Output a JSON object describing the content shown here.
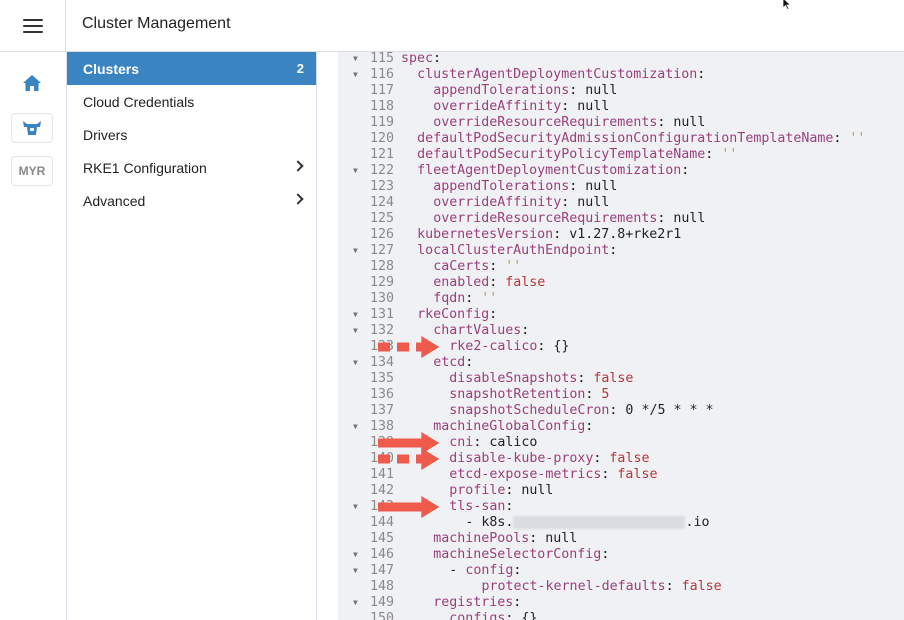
{
  "header": {
    "title": "Cluster Management"
  },
  "rail": {
    "myr_label": "MYR"
  },
  "sidebar": {
    "items": [
      {
        "label": "Clusters",
        "count": "2"
      },
      {
        "label": "Cloud Credentials"
      },
      {
        "label": "Drivers"
      },
      {
        "label": "RKE1 Configuration"
      },
      {
        "label": "Advanced"
      }
    ]
  },
  "editor": {
    "lines": [
      {
        "n": "115",
        "indent": 0,
        "key": "spec",
        "fold": true
      },
      {
        "n": "116",
        "indent": 1,
        "key": "clusterAgentDeploymentCustomization",
        "fold": true
      },
      {
        "n": "117",
        "indent": 2,
        "key": "appendTolerations",
        "val": "null"
      },
      {
        "n": "118",
        "indent": 2,
        "key": "overrideAffinity",
        "val": "null"
      },
      {
        "n": "119",
        "indent": 2,
        "key": "overrideResourceRequirements",
        "val": "null"
      },
      {
        "n": "120",
        "indent": 1,
        "key": "defaultPodSecurityAdmissionConfigurationTemplateName",
        "str": "''"
      },
      {
        "n": "121",
        "indent": 1,
        "key": "defaultPodSecurityPolicyTemplateName",
        "str": "''"
      },
      {
        "n": "122",
        "indent": 1,
        "key": "fleetAgentDeploymentCustomization",
        "fold": true
      },
      {
        "n": "123",
        "indent": 2,
        "key": "appendTolerations",
        "val": "null"
      },
      {
        "n": "124",
        "indent": 2,
        "key": "overrideAffinity",
        "val": "null"
      },
      {
        "n": "125",
        "indent": 2,
        "key": "overrideResourceRequirements",
        "val": "null"
      },
      {
        "n": "126",
        "indent": 1,
        "key": "kubernetesVersion",
        "val": "v1.27.8+rke2r1"
      },
      {
        "n": "127",
        "indent": 1,
        "key": "localClusterAuthEndpoint",
        "fold": true
      },
      {
        "n": "128",
        "indent": 2,
        "key": "caCerts",
        "str": "''"
      },
      {
        "n": "129",
        "indent": 2,
        "key": "enabled",
        "bool": "false"
      },
      {
        "n": "130",
        "indent": 2,
        "key": "fqdn",
        "str": "''"
      },
      {
        "n": "131",
        "indent": 1,
        "key": "rkeConfig",
        "fold": true
      },
      {
        "n": "132",
        "indent": 2,
        "key": "chartValues",
        "fold": true
      },
      {
        "n": "133",
        "indent": 3,
        "key": "rke2-calico",
        "val": "{}"
      },
      {
        "n": "134",
        "indent": 2,
        "key": "etcd",
        "fold": true
      },
      {
        "n": "135",
        "indent": 3,
        "key": "disableSnapshots",
        "bool": "false"
      },
      {
        "n": "136",
        "indent": 3,
        "key": "snapshotRetention",
        "num": "5"
      },
      {
        "n": "137",
        "indent": 3,
        "key": "snapshotScheduleCron",
        "val": "0 */5 * * *"
      },
      {
        "n": "138",
        "indent": 2,
        "key": "machineGlobalConfig",
        "fold": true
      },
      {
        "n": "139",
        "indent": 3,
        "key": "cni",
        "val": "calico"
      },
      {
        "n": "140",
        "indent": 3,
        "key": "disable-kube-proxy",
        "bool": "false"
      },
      {
        "n": "141",
        "indent": 3,
        "key": "etcd-expose-metrics",
        "bool": "false"
      },
      {
        "n": "142",
        "indent": 3,
        "key": "profile",
        "val": "null"
      },
      {
        "n": "143",
        "indent": 3,
        "key": "tls-san",
        "fold": true
      },
      {
        "n": "144",
        "indent": 4,
        "list": "- k8s.",
        "suffix": ".io",
        "redacted": true
      },
      {
        "n": "145",
        "indent": 2,
        "key": "machinePools",
        "val": "null"
      },
      {
        "n": "146",
        "indent": 2,
        "key": "machineSelectorConfig",
        "fold": true
      },
      {
        "n": "147",
        "indent": 3,
        "listkey": "- ",
        "key": "config",
        "fold": true
      },
      {
        "n": "148",
        "indent": 5,
        "key": "protect-kernel-defaults",
        "bool": "false"
      },
      {
        "n": "149",
        "indent": 2,
        "key": "registries",
        "fold": true
      },
      {
        "n": "150",
        "indent": 3,
        "key": "configs",
        "val": "{}"
      }
    ]
  },
  "annotations": {
    "arrows": [
      {
        "target_line": "133",
        "style": "dashed"
      },
      {
        "target_line": "139",
        "style": "solid"
      },
      {
        "target_line": "140",
        "style": "dashed"
      },
      {
        "target_line": "143",
        "style": "solid"
      }
    ],
    "color": "#ee5a4c"
  },
  "colors": {
    "accent": "#3a84c1",
    "key": "#99417a",
    "bool": "#b5373b",
    "string": "#c49b2a"
  }
}
